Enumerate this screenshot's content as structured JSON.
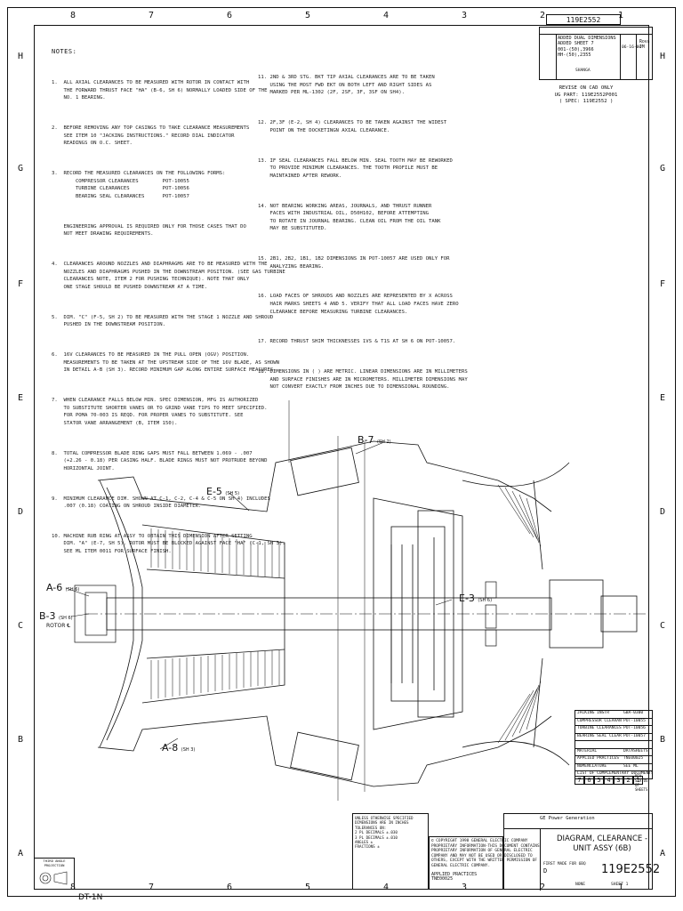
{
  "zones": {
    "cols": [
      "8",
      "7",
      "6",
      "5",
      "4",
      "3",
      "2",
      "1"
    ],
    "rows": [
      "H",
      "G",
      "F",
      "E",
      "D",
      "C",
      "B",
      "A"
    ]
  },
  "notes_title": "NOTES:",
  "notes_left": [
    "1.  ALL AXIAL CLEARANCES TO BE MEASURED WITH ROTOR IN CONTACT WITH\n    THE FORWARD THRUST FACE \"HA\" (B-6, SH 6) NORMALLY LOADED SIDE OF THE\n    NO. 1 BEARING.",
    "2.  BEFORE REMOVING ANY TOP CASINGS TO TAKE CLEARANCE MEASUREMENTS\n    SEE ITEM 10 \"JACKING INSTRUCTIONS.\" RECORD DIAL INDICATOR\n    READINGS ON O.C. SHEET.",
    "3.  RECORD THE MEASURED CLEARANCES ON THE FOLLOWING FORMS:\n        COMPRESSOR CLEARANCES        POT-10055\n        TURBINE CLEARANCES           POT-10056\n        BEARING SEAL CLEARANCES      POT-10057",
    "    ENGINEERING APPROVAL IS REQUIRED ONLY FOR THOSE CASES THAT DO\n    NOT MEET DRAWING REQUIREMENTS.",
    "4.  CLEARANCES AROUND NOZZLES AND DIAPHRAGMS ARE TO BE MEASURED WITH THE\n    NOZZLES AND DIAPHRAGMS PUSHED IN THE DOWNSTREAM POSITION. (SEE GAS TURBINE\n    CLEARANCES NOTE, ITEM 2 FOR PUSHING TECHNIQUE). NOTE THAT ONLY\n    ONE STAGE SHOULD BE PUSHED DOWNSTREAM AT A TIME.",
    "5.  DIM. \"C\" (F-5, SH 2) TO BE MEASURED WITH THE STAGE 1 NOZZLE AND SHROUD\n    PUSHED IN THE DOWNSTREAM POSITION.",
    "6.  16V CLEARANCES TO BE MEASURED IN THE PULL OPEN (OGV) POSITION.\n    MEASUREMENTS TO BE TAKEN AT THE UPSTREAM SIDE OF THE 16V BLADE, AS SHOWN\n    IN DETAIL A-B (SH 3). RECORD MINIMUM GAP ALONG ENTIRE SURFACE MEASURES.",
    "7.  WHEN CLEARANCE FALLS BELOW MIN. SPEC DIMENSION, MFG IS AUTHORIZED\n    TO SUBSTITUTE SHORTER VANES OR TO GRIND VANE TIPS TO MEET SPECIFIED.\n    FOR POMA 70-003 IS REQD. FOR PROPER VANES TO SUBSTITUTE. SEE\n    STATOR VANE ARRANGEMENT (B, ITEM 150).",
    "8.  TOTAL COMPRESSOR BLADE RING GAPS MUST FALL BETWEEN 1.069 - .007\n    (+2.26 - 0.18) PER CASING HALF. BLADE RINGS MUST NOT PROTRUDE BEYOND\n    HORIZONTAL JOINT.",
    "9.  MINIMUM CLEARANCE DIM. SHOWN AT C-1, C-2, C-4 & C-5 ON SH 4) INCLUDES\n    .007 (0.18) COATING ON SHROUD INSIDE DIAMETER.",
    "10. MACHINE RUB RING AT ASSY TO OBTAIN THIS DIMENSION AFTER SETTING\n    DIM. \"A\" (E-7, SH 5). ROTOR MUST BE BLOCKED AGAINST FACE \"HA\" (C-1, SH 3).\n    SEE ML ITEM 0011 FOR SURFACE FINISH."
  ],
  "notes_right": [
    "11. 2ND & 3RD STG. BKT TIP AXIAL CLEARANCES ARE TO BE TAKEN\n    USING THE MOST FWD EKT ON BOTH LEFT AND RIGHT SIDES AS\n    MARKED PER ML-1302 (2F, 2SF, 3F, 3SF ON SH4).",
    "12. 2F,3F (E-2, SH 4) CLEARANCES TO BE TAKEN AGAINST THE WIDEST\n    POINT ON THE DOCKETINGN AXIAL CLEARANCE.",
    "13. IF SEAL CLEARANCES FALL BELOW MIN. SEAL TOOTH MAY BE REWORKED\n    TO PROVIDE MINIMUM CLEARANCES. THE TOOTH PROFILE MUST BE\n    MAINTAINED AFTER REWORK.",
    "14. NOT BEARING WORKING AREAS, JOURNALS, AND THRUST RUNNER\n    FACES WITH INDUSTRIAL OIL, D50H102, BEFORE ATTEMPTING\n    TO ROTATE IN JOURNAL BEARING. CLEAN OIL FROM THE OIL TANK\n    MAY BE SUBSTITUTED.",
    "15. 2B1, 2B2, 1B1, 1B2 DIMENSIONS IN POT-10057 ARE USED ONLY FOR\n    ANALYZING BEARING.",
    "16. LOAD FACES OF SHROUDS AND NOZZLES ARE REPRESENTED BY X ACROSS\n    HAIR MARKS SHEETS 4 AND 5. VERIFY THAT ALL LOAD FACES HAVE ZERO\n    CLEARANCE BEFORE MEASURING TURBINE CLEARANCES.",
    "17. RECORD THRUST SHIM THICKNESSES 1VS & T1S AT SH 6 ON POT-10057.",
    "18. DIMENSIONS IN ( ) ARE METRIC. LINEAR DIMENSIONS ARE IN MILLIMETERS\n    AND SURFACE FINISHES ARE IN MICROMETERS. MILLIMETER DIMENSIONS MAY\n    NOT CONVERT EXACTLY FROM INCHES DUE TO DIMENSIONAL ROUNDING."
  ],
  "revision": {
    "number": "119E2552",
    "sheet": "1",
    "description": "ADDED DUAL DIMENSIONS\nADDED SHEET 7\n001-(50),3966\nHH-(50),2355",
    "date": "06-16-00",
    "by": "Rova\nJM",
    "checked": "SHANGA"
  },
  "revise_note": "REVISE ON CAD ONLY\nUG PART: 119E2552P001\n( SPEC: 119E2552 )",
  "section_labels": {
    "b7": "B-7",
    "b7_ref": "(SH 2)",
    "e5": "E-5",
    "e5_ref": "(SH 5)",
    "e3": "E-3",
    "e3_ref": "(SH 6)",
    "a6": "A-6",
    "a6_ref": "(SH 6)",
    "b3": "B-3",
    "b3_ref": "(SH 6)",
    "rotor": "ROTOR ℄",
    "a8": "A-8",
    "a8_ref": "(SH 3)"
  },
  "bom_rows": [
    [
      "JACKING INSTR",
      "GBA-0300"
    ],
    [
      "COMPRESSOR CLEARANCES",
      "POT-10055"
    ],
    [
      "TURBINE CLEARANCES",
      "POT-10056"
    ],
    [
      "BEARING SEAL CLEARANCES",
      "POT-10057"
    ],
    [
      "",
      ""
    ],
    [
      "MATERIAL",
      "DATASHEETS"
    ],
    [
      "APPLIED PRACTICES",
      "TNE00025"
    ],
    [
      "NOMENCLATURE",
      "SEE ML"
    ],
    [
      "LIST OF COMPLEMENTARY DOCUMENTS",
      ""
    ]
  ],
  "sheet_count_cells": [
    "7",
    "6",
    "5",
    "4",
    "3",
    "2",
    "1"
  ],
  "sheet_count_label": "REV STATUS OF SHEETS",
  "title_block": {
    "company": "GE Power Generation",
    "title": "DIAGRAM, CLEARANCE -\nUNIT ASSY (6B)",
    "dwg_no": "119E2552",
    "first_made": "FIRST MADE FOR 6BQ",
    "sheet": "SHEET 1",
    "size": "D",
    "scale": "NONE"
  },
  "tb_left_text": "UNLESS OTHERWISE SPECIFIED\nDIMENSIONS ARE IN INCHES\nTOLERANCES ON:\n2 PL DECIMALS ±.030\n3 PL DECIMALS ±.010\nANGLES ±\nFRACTIONS ±",
  "copyright": "© COPYRIGHT 1998 GENERAL ELECTRIC COMPANY\nPROPRIETARY INFORMATION-THIS DOCUMENT CONTAINS\nPROPRIETARY INFORMATION OF GENERAL ELECTRIC\nCOMPANY AND MAY NOT BE USED OR DISCLOSED TO\nOTHERS, EXCEPT WITH THE WRITTEN PERMISSION OF\nGENERAL ELECTRIC COMPANY.",
  "applied_practices": "APPLIED PRACTICES\nTNE00025",
  "third_angle": "THIRD ANGLE PROJECTION",
  "footer_code": "DT-1N"
}
